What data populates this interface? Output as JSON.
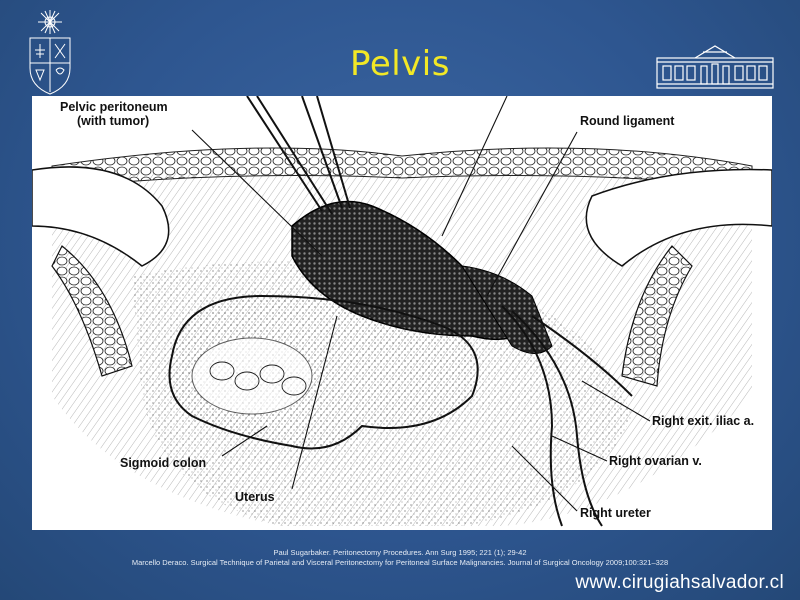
{
  "slide": {
    "title": "Pelvis",
    "website": "www.cirugiahsalvador.cl",
    "citations": [
      "Paul Sugarbaker. Peritonectomy Procedures. Ann Surg 1995; 221 (1); 29-42",
      "Marcello Deraco. Surgical Technique of Parietal and Visceral Peritonectomy for Peritoneal Surface Malignancies. Journal of Surgical Oncology 2009;100:321–328"
    ]
  },
  "figure": {
    "labels": {
      "pelvic_peritoneum": "Pelvic peritoneum",
      "with_tumor": "(with tumor)",
      "round_ligament": "Round ligament",
      "right_exit_iliac": "Right exit. iliac a.",
      "sigmoid_colon": "Sigmoid colon",
      "right_ovarian": "Right ovarian v.",
      "uterus": "Uterus",
      "right_ureter": "Right ureter"
    }
  }
}
